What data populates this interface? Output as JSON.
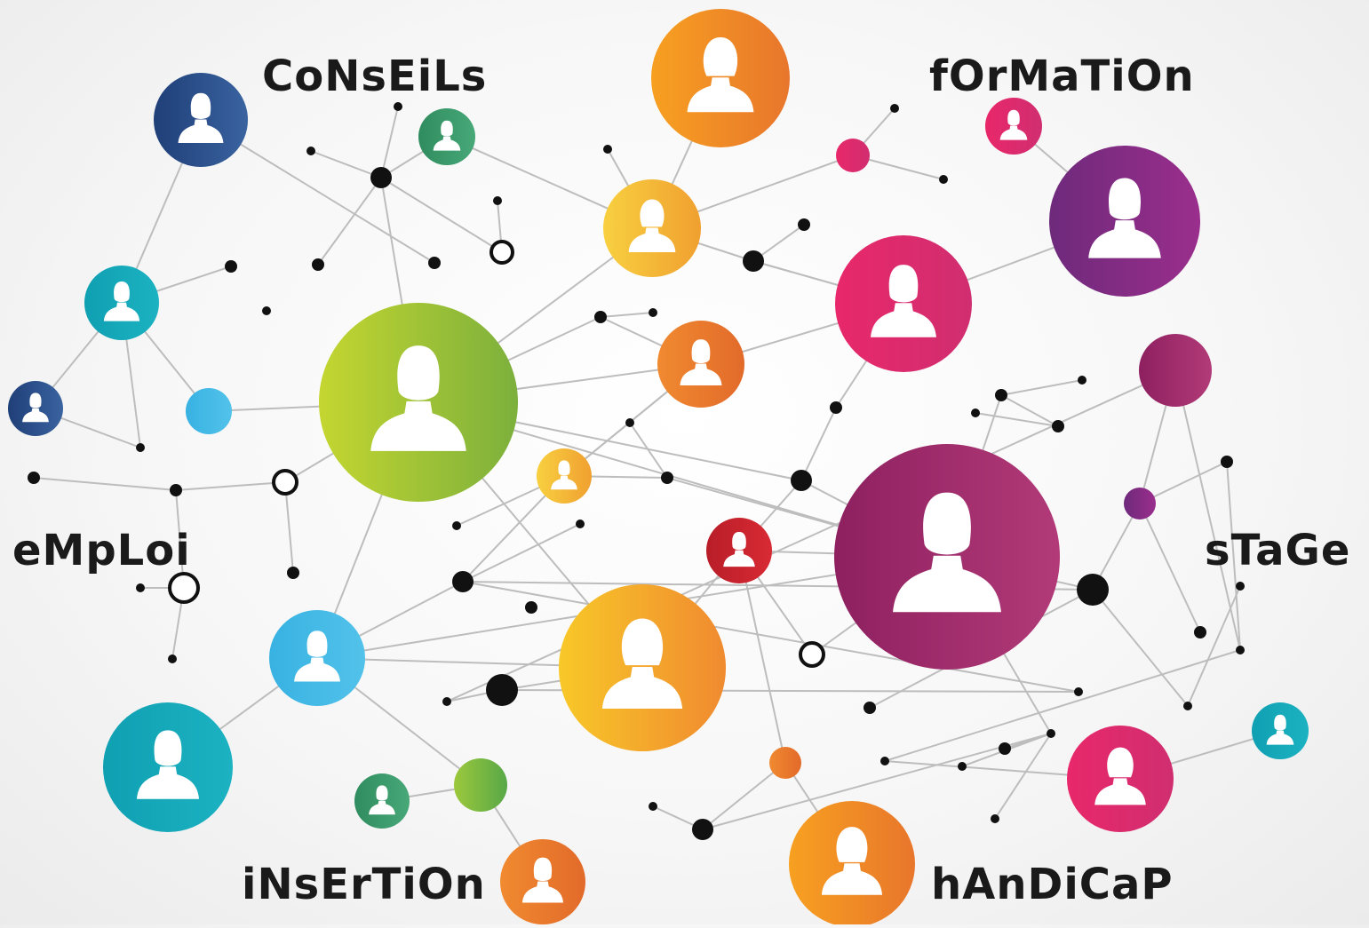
{
  "labels": {
    "conseils": "CoNsEiLs",
    "formation": "fOrMaTiOn",
    "emploi": "eMpLoi",
    "stage": "sTaGe",
    "insertion": "iNsErTiOn",
    "handicap": "hAnDiCaP"
  },
  "colors": {
    "navy": "#2c4f86",
    "teal": "#16a7b8",
    "green": "#3a9a6a",
    "lime": "#9ac33a",
    "yellow": "#f6c23a",
    "orange": "#ee7a2e",
    "pink": "#e0306c",
    "purple": "#8a2d86",
    "magenta": "#a02a6a",
    "sky": "#3ab6e4",
    "red": "#c4202a",
    "dot": "#111111"
  }
}
